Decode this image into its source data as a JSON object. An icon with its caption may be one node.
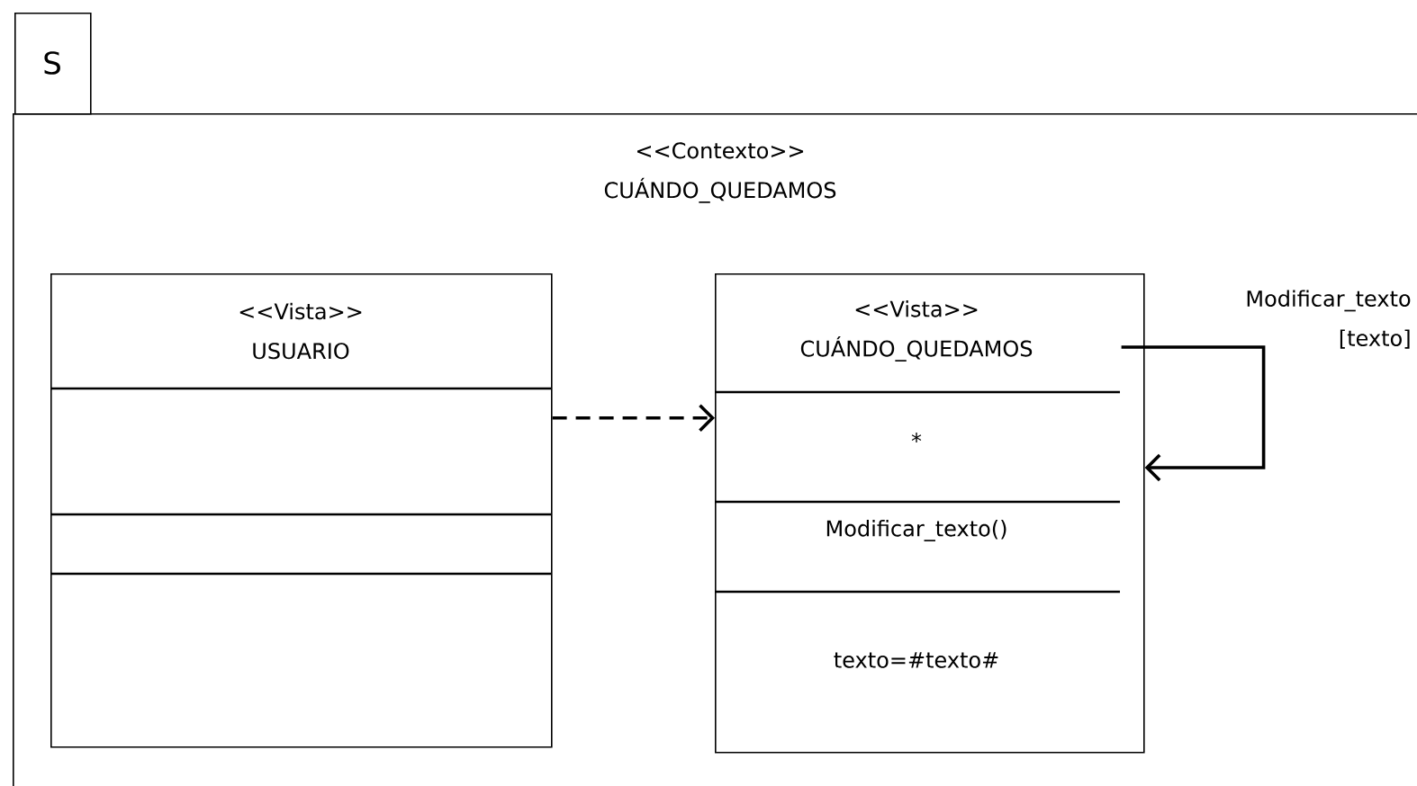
{
  "diagram": {
    "nodes": [
      {
        "text": [
          "S"
        ]
      },
      {
        "text": [
          "<<Contexto>> CUÁNDO_QUEDAMOS"
        ]
      },
      {
        "text": [
          "<<Vista>> USUARIO"
        ],
        "in": 1
      },
      {
        "text": [
          "<<Vista>> CUÁNDO_QUEDAMOS",
          "*",
          "Modificar_texto()",
          "texto=#texto#"
        ],
        "in": 1
      }
    ],
    "edges": [
      {
        "from": 2,
        "to": 3,
        "arrow": "to",
        "style": "dashed"
      },
      {
        "from": 3,
        "to": 3,
        "arrow": "to",
        "label": "Modificar_texto [texto]"
      }
    ]
  }
}
